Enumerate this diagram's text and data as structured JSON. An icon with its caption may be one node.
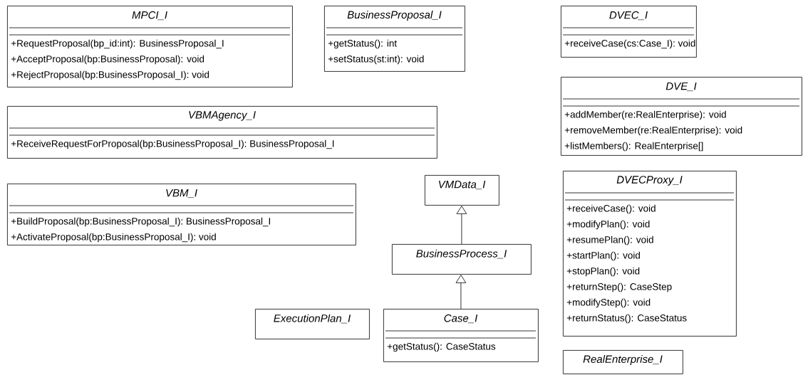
{
  "diagram": {
    "nodes": [
      {
        "text": [
          "MPCI_I",
          "+RequestProposal(bp_id:int): BusinessProposal_I",
          "+AcceptProposal(bp:BusinessProposal): void",
          "+RejectProposal(bp:BusinessProposal_I): void"
        ]
      },
      {
        "text": [
          "BusinessProposal_I",
          "+getStatus(): int",
          "+setStatus(st:int): void"
        ]
      },
      {
        "text": [
          "DVEC_I",
          "+receiveCase(cs:Case_I): void"
        ]
      },
      {
        "text": [
          "VBMAgency_I",
          "+ReceiveRequestForProposal(bp:BusinessProposal_I): BusinessProposal_I"
        ]
      },
      {
        "text": [
          "DVE_I",
          "+addMember(re:RealEnterprise): void",
          "+removeMember(re:RealEnterprise): void",
          "+listMembers(): RealEnterprise[]"
        ]
      },
      {
        "text": [
          "VMData_I"
        ]
      },
      {
        "text": [
          "VBM_I",
          "+BuildProposal(bp:BusinessProposal_I): BusinessProposal_I",
          "+ActivateProposal(bp:BusinessProposal_I): void"
        ]
      },
      {
        "text": [
          "DVECProxy_I",
          "+receiveCase(): void",
          "+modifyPlan(): void",
          "+resumePlan(): void",
          "+startPlan(): void",
          "+stopPlan(): void",
          "+returnStep(): CaseStep",
          "+modifyStep(): void",
          "+returnStatus(): CaseStatus"
        ]
      },
      {
        "text": [
          "BusinessProcess_I"
        ]
      },
      {
        "text": [
          "ExecutionPlan_I"
        ]
      },
      {
        "text": [
          "Case_I",
          "+getStatus(): CaseStatus"
        ]
      },
      {
        "text": [
          "RealEnterprise_I"
        ]
      }
    ],
    "edges": [
      {
        "from": 8,
        "to": 5,
        "arrow": "to"
      },
      {
        "from": 10,
        "to": 8,
        "arrow": "to"
      }
    ]
  }
}
